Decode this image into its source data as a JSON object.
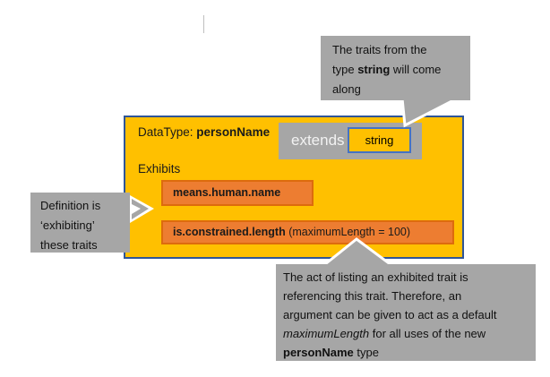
{
  "main_box": {
    "datatype_label": "DataType: ",
    "datatype_name": "personName",
    "exhibits_label": "Exhibits",
    "extends_label": "extends",
    "extends_type": "string",
    "traits": [
      {
        "name": "means.human.name",
        "args": ""
      },
      {
        "name": "is.constrained.length",
        "args": " (maximumLength = 100)"
      }
    ]
  },
  "callouts": {
    "top": {
      "lines": [
        {
          "t": "The traits from the"
        },
        {
          "pre": "type ",
          "b": "string",
          "post": " will come"
        },
        {
          "t": "along"
        }
      ]
    },
    "left": {
      "lines": [
        {
          "t": "Definition is"
        },
        {
          "t": "‘exhibiting’"
        },
        {
          "t": "these traits"
        }
      ]
    },
    "bottom": {
      "lines": [
        {
          "t": "The act of listing an exhibited trait is"
        },
        {
          "t": "referencing this trait. Therefore, an"
        },
        {
          "t": "argument can be given to act as a default"
        },
        {
          "it": "maximumLength",
          "post": " for all uses of the new"
        },
        {
          "b": "personName",
          "post": " type"
        }
      ]
    }
  },
  "colors": {
    "main_fill": "#FFC000",
    "main_border": "#2F5597",
    "trait_fill": "#ED7D31",
    "trait_border": "#DD6B0D",
    "callout_gray": "#A6A6A6",
    "string_border": "#4472C4",
    "extends_text": "#F2F2F2",
    "cursor_artifact": "#BFBFBF"
  }
}
